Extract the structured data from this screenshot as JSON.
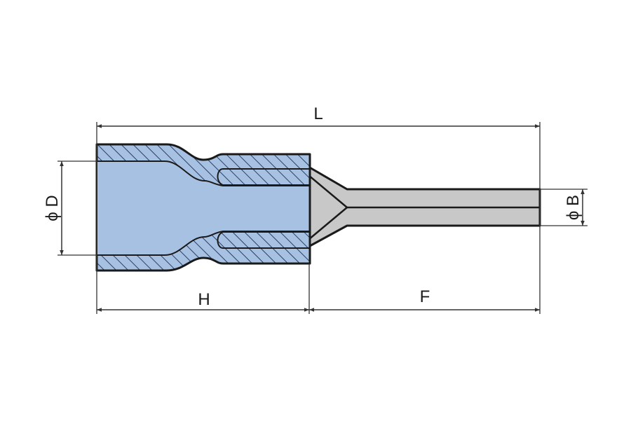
{
  "dimensions": {
    "total_length": "L",
    "sleeve_length": "H",
    "pin_length": "F",
    "sleeve_diameter": "ϕ D",
    "pin_diameter": "ϕ B"
  },
  "colors": {
    "insulation": "#a7c1e3",
    "hatch": "#2d3e63",
    "pin": "#c8c8c8",
    "outline": "#1a1a1a",
    "dimension_line": "#333333",
    "background": "#ffffff"
  }
}
